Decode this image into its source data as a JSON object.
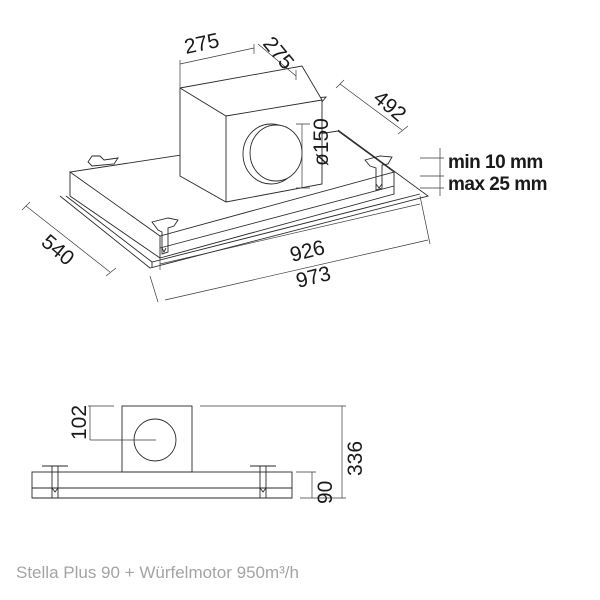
{
  "title": "Stella Plus 90 + Würfelmotor 950m³/h",
  "iso_view": {
    "motor_width": "275",
    "motor_depth": "275",
    "hood_depth_top": "492",
    "outlet_diameter": "ø150",
    "hood_depth": "540",
    "inner_width": "926",
    "outer_width": "973",
    "gap_min": "min 10 mm",
    "gap_max": "max 25 mm"
  },
  "front_view": {
    "outlet_center_height": "102",
    "total_height": "336",
    "body_height": "90"
  },
  "colors": {
    "line": "#2a2a2a",
    "caption": "#a4a4a4"
  }
}
